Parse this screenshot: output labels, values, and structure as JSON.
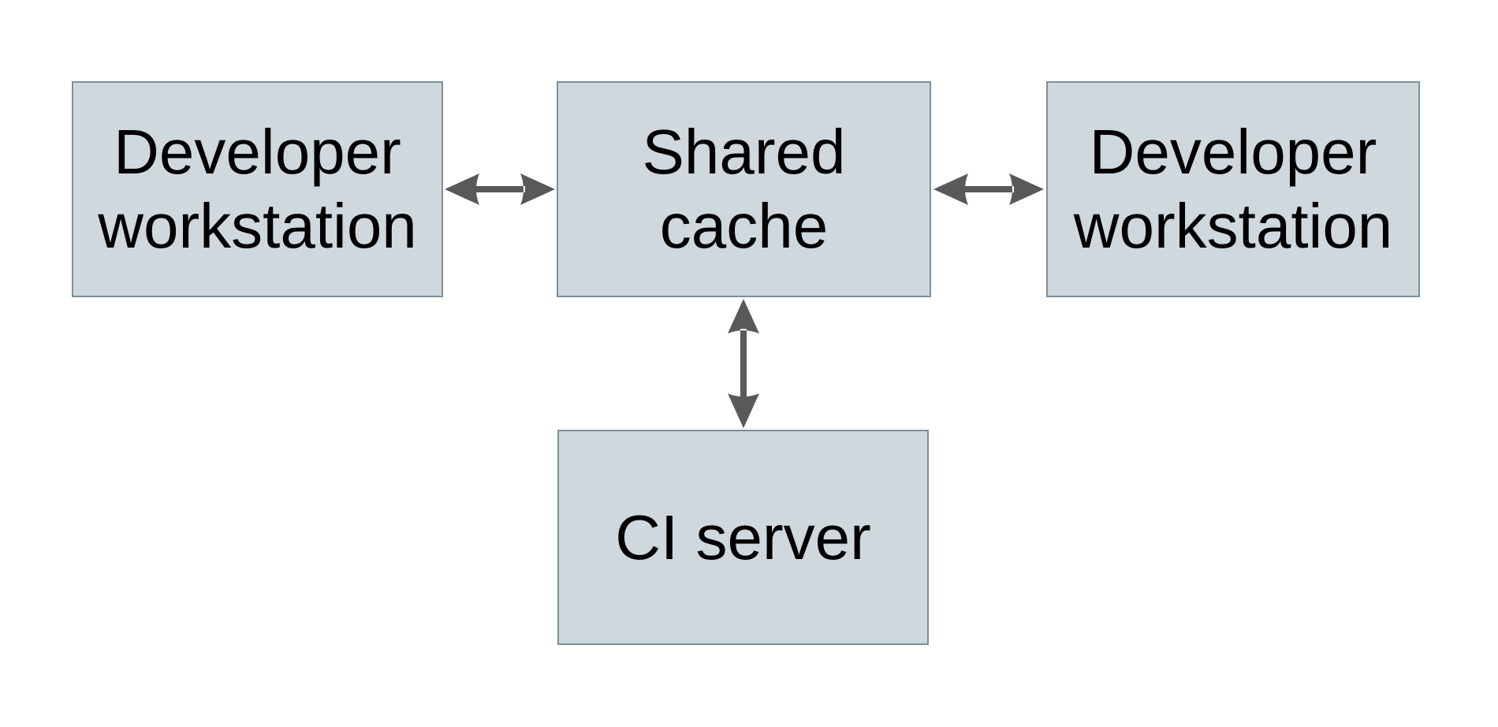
{
  "colors": {
    "background": "#ffffff",
    "node_fill": "#cfd8dc",
    "node_border": "#7b909b",
    "arrow": "#58595b",
    "text": "#000000"
  },
  "nodes": {
    "developer_workstation_left": {
      "label": "Developer workstation",
      "line1": "Developer",
      "line2": "workstation"
    },
    "shared_cache": {
      "label": "Shared cache",
      "line1": "Shared",
      "line2": "cache"
    },
    "developer_workstation_right": {
      "label": "Developer workstation",
      "line1": "Developer",
      "line2": "workstation"
    },
    "ci_server": {
      "label": "CI server",
      "line1": "CI server"
    }
  },
  "edges": [
    {
      "from": "developer_workstation_left",
      "to": "shared_cache",
      "type": "bidirectional-arrow"
    },
    {
      "from": "shared_cache",
      "to": "developer_workstation_right",
      "type": "bidirectional-arrow"
    },
    {
      "from": "shared_cache",
      "to": "ci_server",
      "type": "bidirectional-arrow"
    }
  ]
}
